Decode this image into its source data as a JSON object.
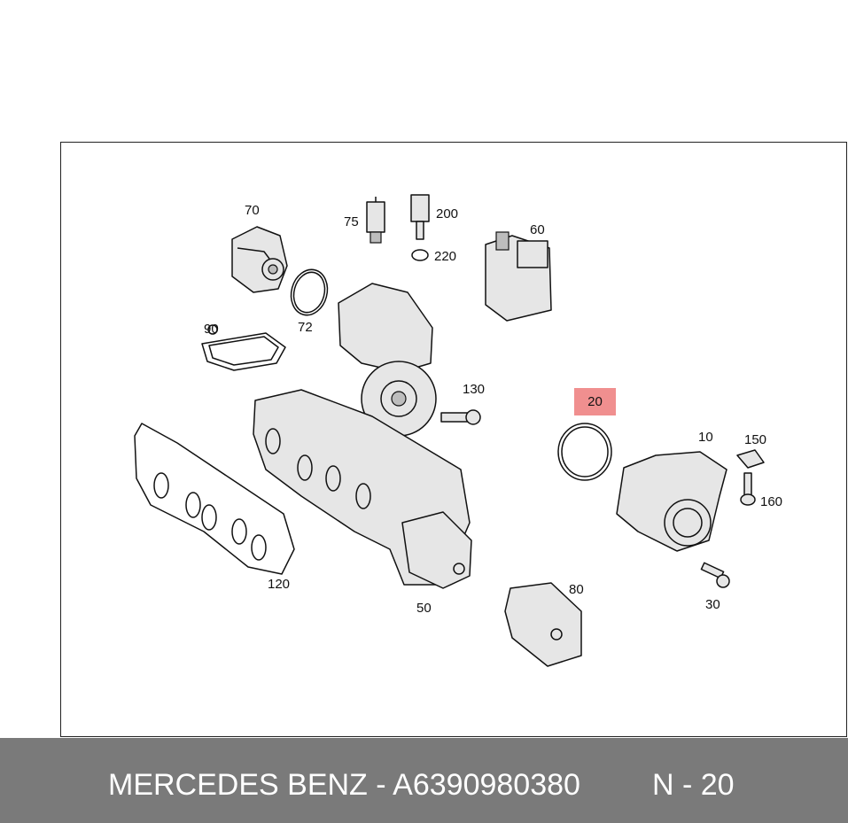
{
  "diagram": {
    "part_labels": {
      "p70": "70",
      "p75": "75",
      "p200": "200",
      "p220": "220",
      "p60": "60",
      "p72": "72",
      "p90": "90",
      "p130": "130",
      "p20": "20",
      "p10": "10",
      "p150": "150",
      "p160": "160",
      "p120": "120",
      "p50": "50",
      "p80": "80",
      "p30": "30"
    },
    "highlighted_part": "20",
    "highlight_color": "#f08f8f"
  },
  "footer": {
    "brand_part": "MERCEDES BENZ - A6390980380",
    "position": "N - 20",
    "background": "#7a7a7a"
  }
}
